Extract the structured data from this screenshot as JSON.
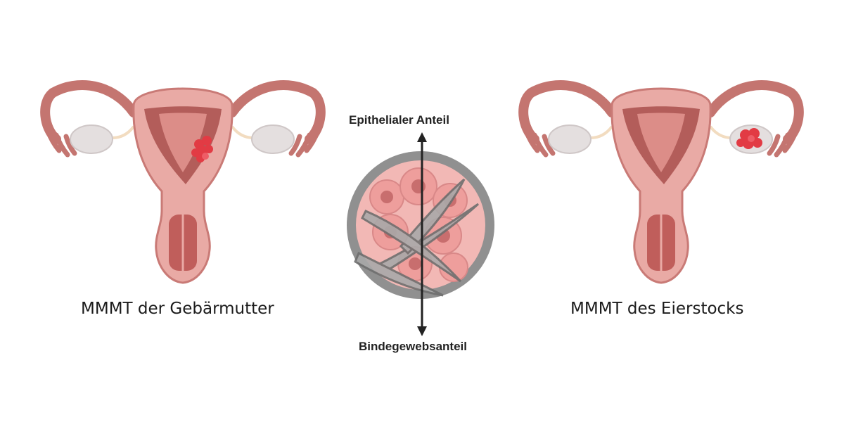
{
  "left": {
    "caption": "MMMT der Gebärmutter"
  },
  "right": {
    "caption": "MMMT des Eierstocks"
  },
  "center": {
    "top_label": "Epithelialer Anteil",
    "bottom_label": "Bindegewebsanteil"
  },
  "colors": {
    "tissue": "#e7a8a3",
    "uterus_wall": "#c97a76",
    "tumor": "#e23b44",
    "ovary": "#e2dcdc",
    "connective": "#8d8d8d"
  }
}
